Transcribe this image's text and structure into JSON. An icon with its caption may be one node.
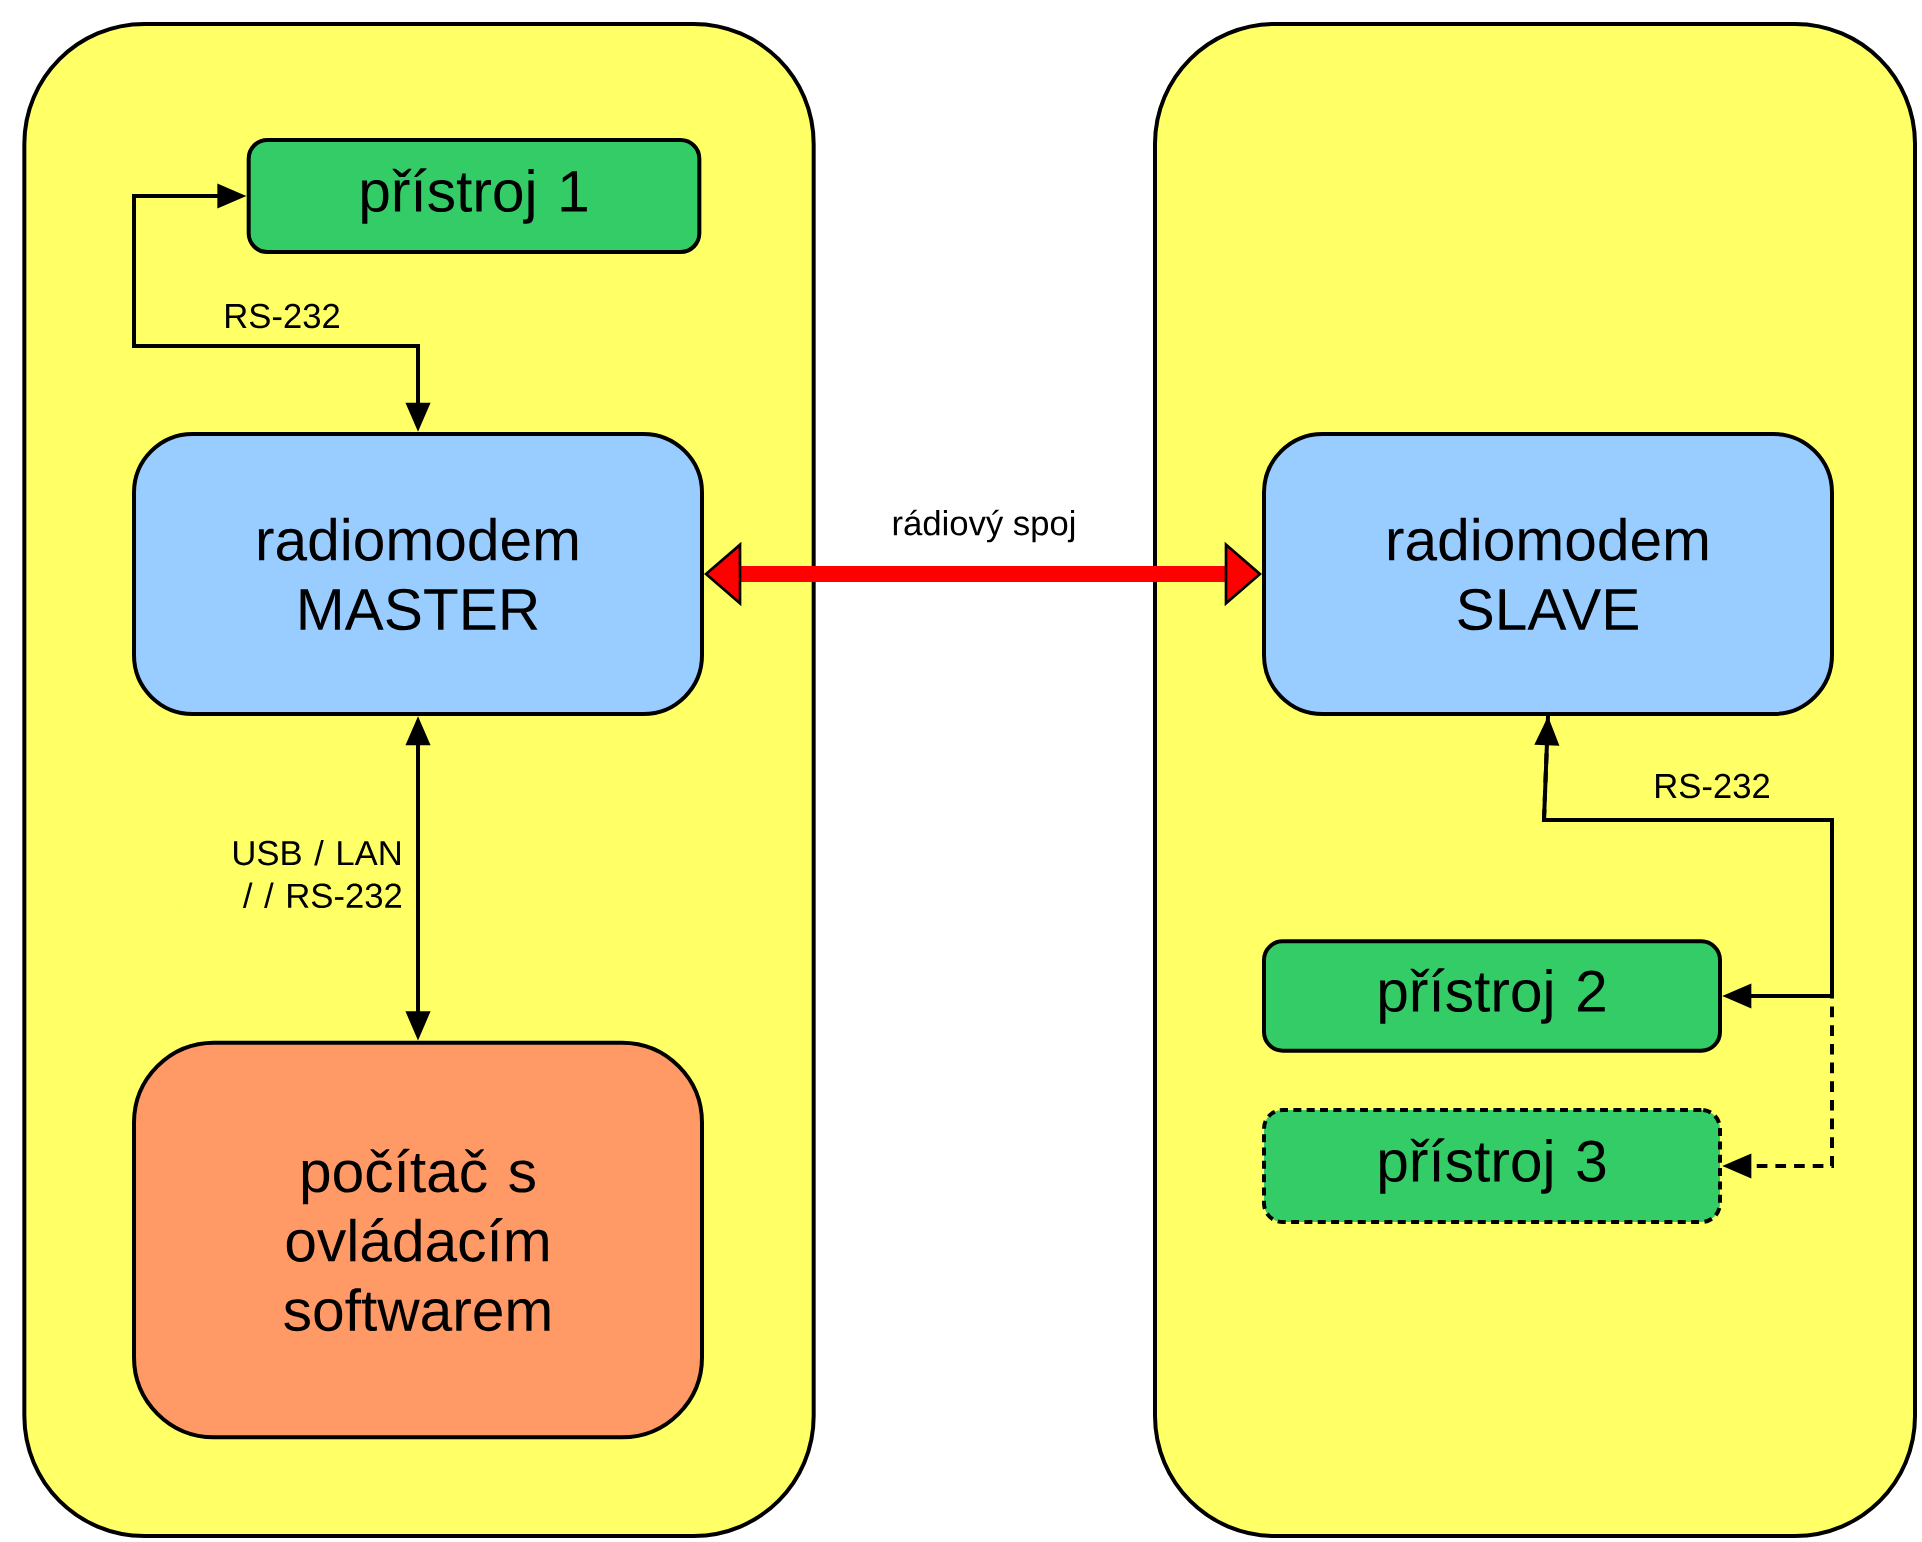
{
  "diagram": {
    "nodes": [
      {
        "text": [],
        "shape": "box"
      },
      {
        "text": [
          "přístroj 1"
        ],
        "in": 0
      },
      {
        "text": [
          "radiomodem MASTER"
        ],
        "in": 0
      },
      {
        "text": [
          "počítač s ovládacím softwarem"
        ],
        "in": 0
      },
      {
        "text": [],
        "shape": "box"
      },
      {
        "text": [
          "radiomodem SLAVE"
        ],
        "in": 4
      },
      {
        "text": [
          "přístroj 2"
        ],
        "in": 4
      },
      {
        "text": [
          "přístroj 3"
        ],
        "in": 4
      }
    ],
    "edges": [
      {
        "from": 2,
        "to": 1,
        "arrow": "both",
        "label": "RS-232"
      },
      {
        "from": 2,
        "to": 3,
        "arrow": "both",
        "label": "USB / LAN / / RS-232"
      },
      {
        "from": 2,
        "to": 5,
        "arrow": "both",
        "label": "rádiový spoj",
        "style": "thick",
        "color": "#ff0000"
      },
      {
        "from": 5,
        "to": 6,
        "arrow": "both",
        "label": "RS-232"
      },
      {
        "from": 5,
        "to": 7,
        "arrow": "to",
        "style": "dashed"
      }
    ]
  }
}
